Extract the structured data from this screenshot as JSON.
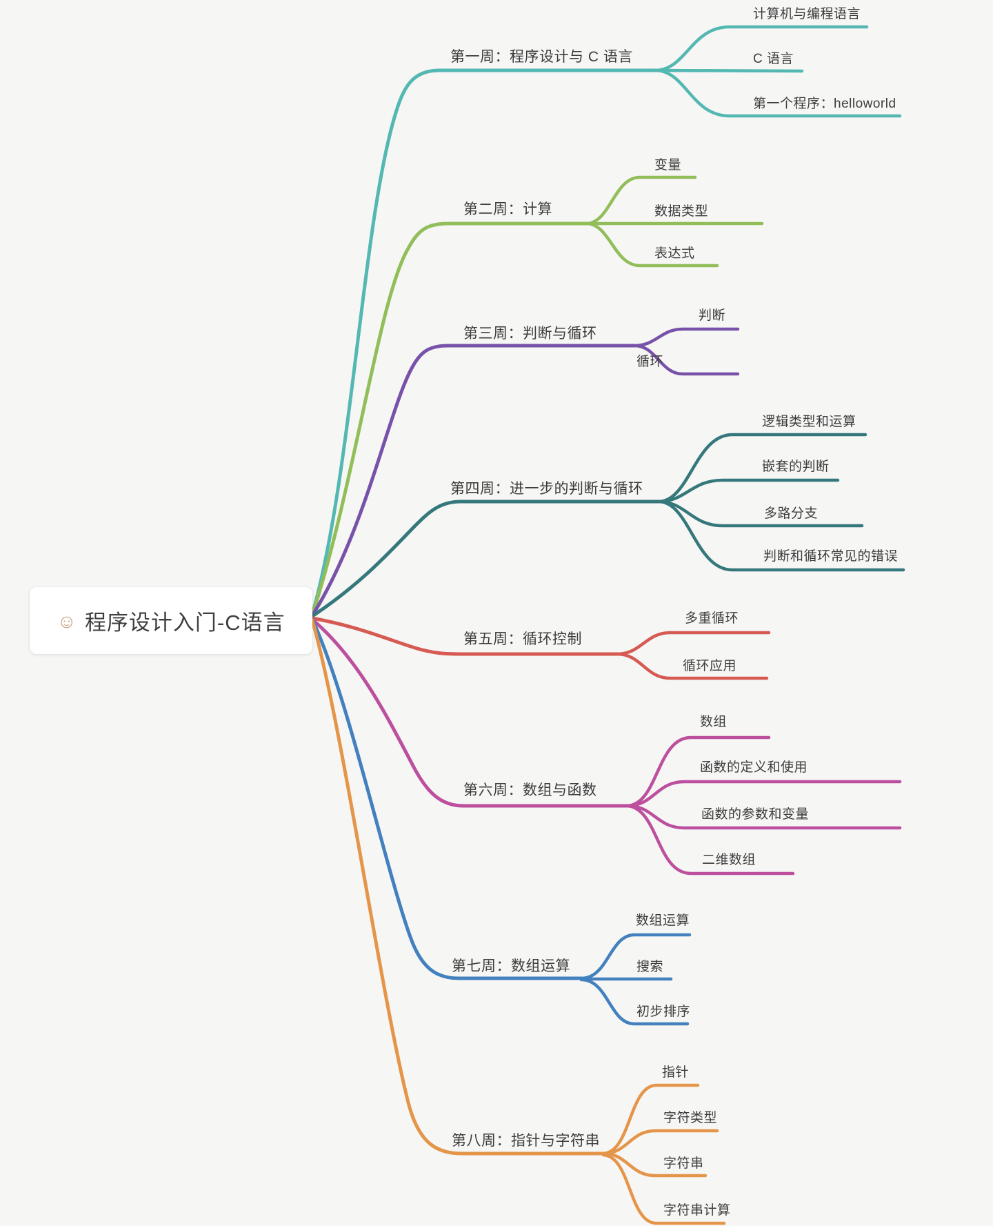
{
  "background": "#f6f6f5",
  "root": {
    "icon": "smiley-face",
    "icon_glyph": "☺",
    "label": "程序设计入门-C语言"
  },
  "branches": [
    {
      "label": "第一周：程序设计与 C 语言",
      "color": "#54b8b2",
      "children": [
        "计算机与编程语言",
        "C 语言",
        "第一个程序：helloworld"
      ]
    },
    {
      "label": "第二周：计算",
      "color": "#92be5a",
      "children": [
        "变量",
        "数据类型",
        "表达式"
      ]
    },
    {
      "label": "第三周：判断与循环",
      "color": "#7852a9",
      "children": [
        "判断",
        "循环"
      ]
    },
    {
      "label": "第四周：进一步的判断与循环",
      "color": "#35787c",
      "children": [
        "逻辑类型和运算",
        "嵌套的判断",
        "多路分支",
        "判断和循环常见的错误"
      ]
    },
    {
      "label": "第五周：循环控制",
      "color": "#d65a52",
      "children": [
        "多重循环",
        "循环应用"
      ]
    },
    {
      "label": "第六周：数组与函数",
      "color": "#bc4f9e",
      "children": [
        "数组",
        "函数的定义和使用",
        "函数的参数和变量",
        "二维数组"
      ]
    },
    {
      "label": "第七周：数组运算",
      "color": "#4380be",
      "children": [
        "数组运算",
        "搜索",
        "初步排序"
      ]
    },
    {
      "label": "第八周：指针与字符串",
      "color": "#e59549",
      "children": [
        "指针",
        "字符类型",
        "字符串",
        "字符串计算"
      ]
    }
  ]
}
